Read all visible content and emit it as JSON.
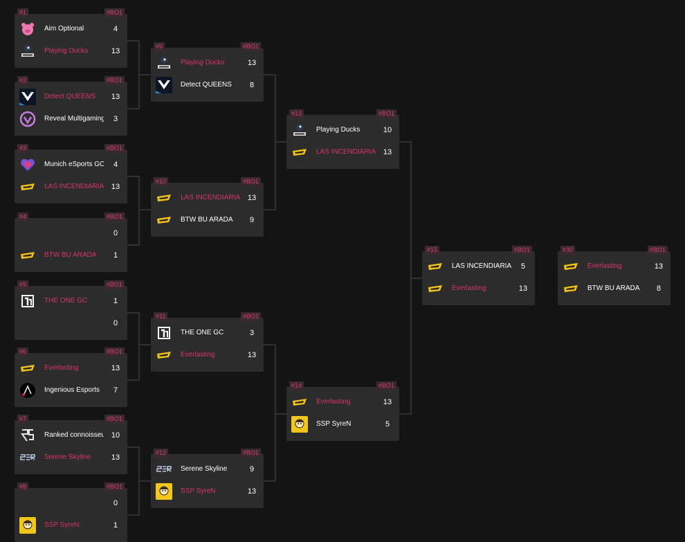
{
  "colors": {
    "background": "#141414",
    "card": "#2c2c2c",
    "accent": "#d93566",
    "text": "#ffffff",
    "connector": "#3a3a3a"
  },
  "matches": [
    {
      "id": "#1",
      "format": "#BO1",
      "teams": [
        {
          "name": "Aim Optional",
          "score": "4",
          "winner": false,
          "logo": "pink-pig-logo"
        },
        {
          "name": "Playing Ducks",
          "score": "13",
          "winner": true,
          "logo": "playing-ducks-logo"
        }
      ]
    },
    {
      "id": "#2",
      "format": "#BO1",
      "teams": [
        {
          "name": "Detect QUEENS",
          "score": "13",
          "winner": true,
          "logo": "detect-queens-logo"
        },
        {
          "name": "Reveal Multigaming",
          "score": "3",
          "winner": false,
          "logo": "reveal-logo"
        }
      ]
    },
    {
      "id": "#3",
      "format": "#BO1",
      "teams": [
        {
          "name": "Munich eSports GC",
          "score": "4",
          "winner": false,
          "logo": "munich-heart-logo"
        },
        {
          "name": "LAS INCENDIARIAS",
          "score": "13",
          "winner": true,
          "logo": "yellow-wing-logo"
        }
      ]
    },
    {
      "id": "#4",
      "format": "#BO1",
      "teams": [
        {
          "name": "",
          "score": "0",
          "winner": false,
          "logo": ""
        },
        {
          "name": "BTW BU ARADA",
          "score": "1",
          "winner": true,
          "logo": "yellow-wing-logo"
        }
      ]
    },
    {
      "id": "#5",
      "format": "#BO1",
      "teams": [
        {
          "name": "THE ONE GC",
          "score": "1",
          "winner": true,
          "logo": "the-one-logo"
        },
        {
          "name": "",
          "score": "0",
          "winner": false,
          "logo": ""
        }
      ]
    },
    {
      "id": "#6",
      "format": "#BO1",
      "teams": [
        {
          "name": "Everlasting",
          "score": "13",
          "winner": true,
          "logo": "yellow-wing-logo"
        },
        {
          "name": "Ingenious Esports",
          "score": "7",
          "winner": false,
          "logo": "ingenious-logo"
        }
      ]
    },
    {
      "id": "#7",
      "format": "#BO1",
      "teams": [
        {
          "name": "Ranked connoisseurs",
          "score": "10",
          "winner": false,
          "logo": "rs-logo"
        },
        {
          "name": "Serene Skyline",
          "score": "13",
          "winner": true,
          "logo": "ser-logo"
        }
      ]
    },
    {
      "id": "#8",
      "format": "#BO1",
      "teams": [
        {
          "name": "",
          "score": "0",
          "winner": false,
          "logo": ""
        },
        {
          "name": "SSP SyreN",
          "score": "1",
          "winner": true,
          "logo": "ssp-syren-logo"
        }
      ]
    },
    {
      "id": "#9",
      "format": "#BO1",
      "teams": [
        {
          "name": "Playing Ducks",
          "score": "13",
          "winner": true,
          "logo": "playing-ducks-logo"
        },
        {
          "name": "Detect QUEENS",
          "score": "8",
          "winner": false,
          "logo": "detect-queens-logo"
        }
      ]
    },
    {
      "id": "#10",
      "format": "#BO1",
      "teams": [
        {
          "name": "LAS INCENDIARIAS",
          "score": "13",
          "winner": true,
          "logo": "yellow-wing-logo"
        },
        {
          "name": "BTW BU ARADA",
          "score": "9",
          "winner": false,
          "logo": "yellow-wing-logo"
        }
      ]
    },
    {
      "id": "#11",
      "format": "#BO1",
      "teams": [
        {
          "name": "THE ONE GC",
          "score": "3",
          "winner": false,
          "logo": "the-one-logo"
        },
        {
          "name": "Everlasting",
          "score": "13",
          "winner": true,
          "logo": "yellow-wing-logo"
        }
      ]
    },
    {
      "id": "#12",
      "format": "#BO1",
      "teams": [
        {
          "name": "Serene Skyline",
          "score": "9",
          "winner": false,
          "logo": "ser-logo"
        },
        {
          "name": "SSP SyreN",
          "score": "13",
          "winner": true,
          "logo": "ssp-syren-logo"
        }
      ]
    },
    {
      "id": "#13",
      "format": "#BO1",
      "teams": [
        {
          "name": "Playing Ducks",
          "score": "10",
          "winner": false,
          "logo": "playing-ducks-logo"
        },
        {
          "name": "LAS INCENDIARIAS",
          "score": "13",
          "winner": true,
          "logo": "yellow-wing-logo"
        }
      ]
    },
    {
      "id": "#14",
      "format": "#BO1",
      "teams": [
        {
          "name": "Everlasting",
          "score": "13",
          "winner": true,
          "logo": "yellow-wing-logo"
        },
        {
          "name": "SSP SyreN",
          "score": "5",
          "winner": false,
          "logo": "ssp-syren-logo"
        }
      ]
    },
    {
      "id": "#15",
      "format": "#BO1",
      "teams": [
        {
          "name": "LAS INCENDIARIAS",
          "score": "5",
          "winner": false,
          "logo": "yellow-wing-logo"
        },
        {
          "name": "Everlasting",
          "score": "13",
          "winner": true,
          "logo": "yellow-wing-logo"
        }
      ]
    },
    {
      "id": "#30",
      "format": "#BO1",
      "teams": [
        {
          "name": "Everlasting",
          "score": "13",
          "winner": true,
          "logo": "yellow-wing-logo"
        },
        {
          "name": "BTW BU ARADA",
          "score": "8",
          "winner": false,
          "logo": "yellow-wing-logo"
        }
      ]
    }
  ]
}
